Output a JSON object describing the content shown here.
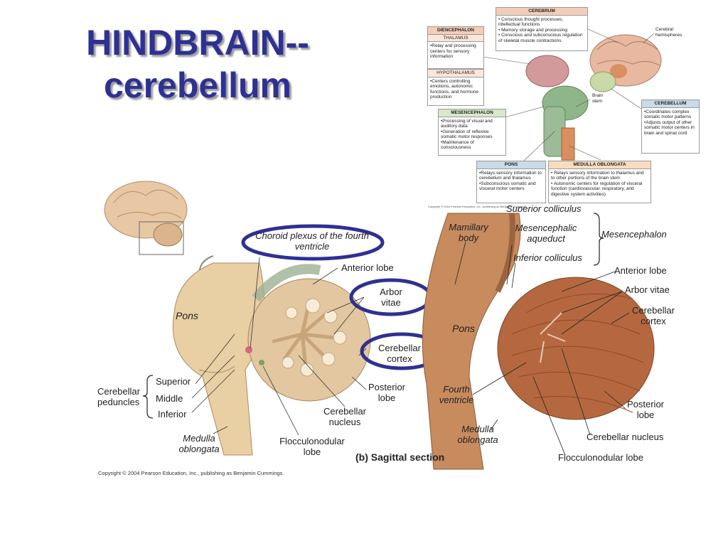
{
  "slide": {
    "title_line1": "HINDBRAIN--",
    "title_line2": "cerebellum"
  },
  "top_figure": {
    "cerebrum": {
      "header": "CEREBRUM",
      "bullets": "• Conscious thought processes, intellectual functions\n• Memory storage and processing\n• Conscious and subconscious regulation of skeletal muscle contractions"
    },
    "diencephalon": {
      "header": "DIENCEPHALON",
      "sub": "THALAMUS",
      "bullets": "•Relay and processing centers for sensory information"
    },
    "hypothalamus": {
      "header": "HYPOTHALAMUS",
      "bullets": "•Centers controlling emotions, autonomic functions, and hormone production"
    },
    "mesencephalon": {
      "header": "MESENCEPHALON",
      "bullets": "•Processing of visual and auditory data\n•Generation of reflexive somatic motor responses\n•Maintenance of consciousness"
    },
    "pons": {
      "header": "PONS",
      "bullets": "•Relays sensory information to cerebellum and thalamus\n•Subconscious somatic and visceral motor centers"
    },
    "medulla": {
      "header": "MEDULLA OBLONGATA",
      "bullets": "• Relays sensory information to thalamus and to other portions of the brain stem\n• Autonomic centers for regulation of visceral function (cardiovascular, respiratory, and digestive system activities)"
    },
    "cerebellum": {
      "header": "CEREBELLUM",
      "bullets": "•Coordinates complex somatic motor patterns\n•Adjusts output of other somatic motor centers in brain and spinal cord"
    },
    "cerebral_hemispheres": "Cerebral hemispheres",
    "brain_stem": "Brain stem",
    "copyright": "Copyright © 2004 Pearson Education, Inc., publishing as Benjamin Cummings"
  },
  "left_figure": {
    "choroid": "Choroid plexus of the fourth ventricle",
    "anterior_lobe": "Anterior lobe",
    "arbor_vitae": "Arbor vitae",
    "cerebellar_cortex": "Cerebellar cortex",
    "pons": "Pons",
    "peduncles_title": "Cerebellar peduncles",
    "superior": "Superior",
    "middle": "Middle",
    "inferior": "Inferior",
    "posterior_lobe": "Posterior lobe",
    "cerebellar_nucleus": "Cerebellar nucleus",
    "medulla": "Medulla oblongata",
    "flocculonodular": "Flocculonodular lobe",
    "caption": "(b) Sagittal section",
    "copyright": "Copyright © 2004 Pearson Education, Inc., publishing as Benjamin Cummings."
  },
  "right_figure": {
    "superior_colliculus": "Superior colliculus",
    "mamillary": "Mamillary body",
    "aqueduct": "Mesencephalic aqueduct",
    "inferior_colliculus": "Inferior colliculus",
    "mesencephalon": "Mesencephalon",
    "anterior_lobe": "Anterior lobe",
    "arbor_vitae": "Arbor vitae",
    "cerebellar_cortex": "Cerebellar cortex",
    "pons": "Pons",
    "fourth_ventricle": "Fourth ventricle",
    "posterior_lobe": "Posterior lobe",
    "medulla": "Medulla oblongata",
    "cerebellar_nucleus": "Cerebellar nucleus",
    "flocculonodular": "Flocculonodular lobe"
  },
  "colors": {
    "title": "#2e3192",
    "highlight_ring": "#2e3192",
    "tissue_beige": "#e3c9a0",
    "tissue_brown": "#b5683f"
  }
}
